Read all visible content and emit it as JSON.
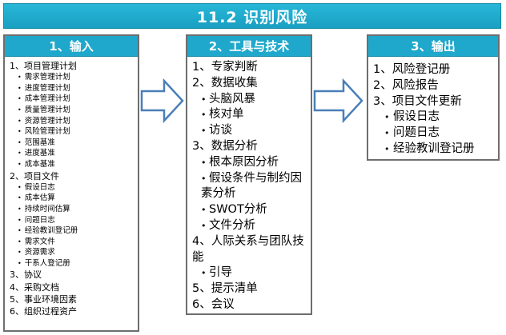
{
  "title": "11.2 识别风险",
  "inputs": {
    "header": "1、输入",
    "items": [
      {
        "level": 1,
        "text": "1、项目管理计划"
      },
      {
        "level": 2,
        "text": "需求管理计划"
      },
      {
        "level": 2,
        "text": "进度管理计划"
      },
      {
        "level": 2,
        "text": "成本管理计划"
      },
      {
        "level": 2,
        "text": "质量管理计划"
      },
      {
        "level": 2,
        "text": "资源管理计划"
      },
      {
        "level": 2,
        "text": "风险管理计划"
      },
      {
        "level": 2,
        "text": "范围基准"
      },
      {
        "level": 2,
        "text": "进度基准"
      },
      {
        "level": 2,
        "text": "成本基准"
      },
      {
        "level": 1,
        "text": "2、项目文件"
      },
      {
        "level": 2,
        "text": "假设日志"
      },
      {
        "level": 2,
        "text": "成本估算"
      },
      {
        "level": 2,
        "text": "持续时间估算"
      },
      {
        "level": 2,
        "text": "问题日志"
      },
      {
        "level": 2,
        "text": "经验教训登记册"
      },
      {
        "level": 2,
        "text": "需求文件"
      },
      {
        "level": 2,
        "text": "资源需求"
      },
      {
        "level": 2,
        "text": "干系人登记册"
      },
      {
        "level": 1,
        "text": "3、协议"
      },
      {
        "level": 1,
        "text": "4、采购文档"
      },
      {
        "level": 1,
        "text": "5、事业环境因素"
      },
      {
        "level": 1,
        "text": "6、组织过程资产"
      }
    ]
  },
  "tools": {
    "header": "2、工具与技术",
    "items": [
      {
        "level": 1,
        "text": "1、专家判断"
      },
      {
        "level": 1,
        "text": "2、数据收集"
      },
      {
        "level": 2,
        "text": "头脑风暴"
      },
      {
        "level": 2,
        "text": "核对单"
      },
      {
        "level": 2,
        "text": "访谈"
      },
      {
        "level": 1,
        "text": "3、数据分析"
      },
      {
        "level": 2,
        "text": "根本原因分析"
      },
      {
        "level": 2,
        "text": "假设条件与制约因素分析"
      },
      {
        "level": 2,
        "text": "SWOT分析"
      },
      {
        "level": 2,
        "text": "文件分析"
      },
      {
        "level": 1,
        "text": "4、人际关系与团队技能"
      },
      {
        "level": 2,
        "text": "引导"
      },
      {
        "level": 1,
        "text": "5、提示清单"
      },
      {
        "level": 1,
        "text": "6、会议"
      }
    ]
  },
  "outputs": {
    "header": "3、输出",
    "items": [
      {
        "level": 1,
        "text": "1、风险登记册"
      },
      {
        "level": 1,
        "text": "2、风险报告"
      },
      {
        "level": 1,
        "text": "3、项目文件更新"
      },
      {
        "level": 2,
        "text": "假设日志"
      },
      {
        "level": 2,
        "text": "问题日志"
      },
      {
        "level": 2,
        "text": "经验教训登记册"
      }
    ]
  },
  "colors": {
    "title_bg": "#1fa8cb",
    "header_bg": "#1fa8cb",
    "arrow_stroke": "#4a7fb8",
    "panel_border": "#6e6e6e"
  }
}
